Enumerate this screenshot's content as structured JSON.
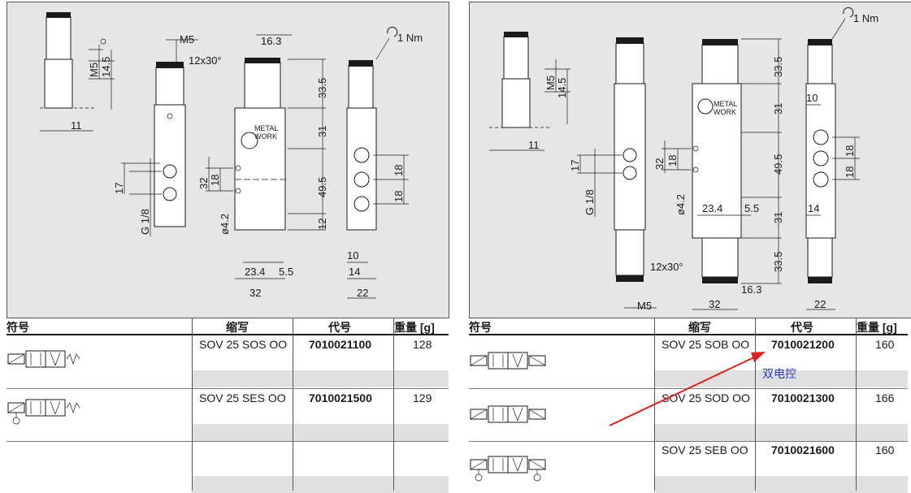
{
  "left_drawing": {
    "torque": "1 Nm",
    "logo_line1": "METAL",
    "logo_line2": "WORK",
    "dims": [
      "M5",
      "16.3",
      "12x30°",
      "33.5",
      "M5",
      "14.5",
      "11",
      "31",
      "17",
      "32",
      "18",
      "49.5",
      "18",
      "18",
      "G 1/8",
      "ø4.2",
      "12",
      "10",
      "14",
      "23.4",
      "5.5",
      "32",
      "22"
    ]
  },
  "right_drawing": {
    "torque": "1 Nm",
    "logo_line1": "METAL",
    "logo_line2": "WORK",
    "dims": [
      "33.5",
      "M5",
      "14.5",
      "31",
      "10",
      "11",
      "17",
      "32",
      "18",
      "49.5",
      "18",
      "18",
      "G 1/8",
      "ø4.2",
      "23.4",
      "5.5",
      "31",
      "14",
      "33.5",
      "12x30°",
      "16.3",
      "M5",
      "32",
      "22"
    ]
  },
  "tables": {
    "headers": {
      "symbol": "符号",
      "abbr": "缩写",
      "code": "代号",
      "weight": "重量 [g]"
    },
    "left_rows": [
      {
        "abbr": "SOV 25 SOS OO",
        "code": "7010021100",
        "weight": "128"
      },
      {
        "abbr": "SOV 25 SES OO",
        "code": "7010021500",
        "weight": "129"
      }
    ],
    "right_rows": [
      {
        "abbr": "SOV 25 SOB OO",
        "code": "7010021200",
        "weight": "160"
      },
      {
        "abbr": "SOV 25 SOD OO",
        "code": "7010021300",
        "weight": "166"
      },
      {
        "abbr": "SOV 25 SEB OO",
        "code": "7010021600",
        "weight": "160"
      }
    ]
  },
  "annotation": {
    "text": "双电控",
    "color": "#e02020"
  }
}
